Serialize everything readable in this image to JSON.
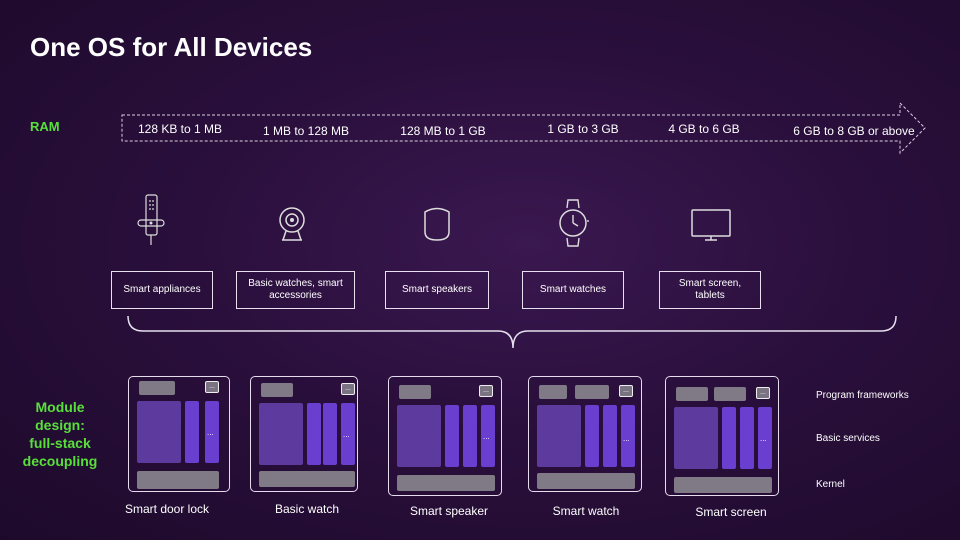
{
  "title": "One OS for All Devices",
  "ram": {
    "label": "RAM",
    "values": [
      "128 KB to 1 MB",
      "1 MB to 128 MB",
      "128 MB to 1 GB",
      "1 GB to 3 GB",
      "4 GB to 6 GB",
      "6 GB to 8 GB or above"
    ]
  },
  "module_label": [
    "Module",
    "design:",
    "full-stack",
    "decoupling"
  ],
  "categories": [
    {
      "label": "Smart appliances",
      "icon": "door-lock-icon"
    },
    {
      "label": "Basic watches, smart accessories",
      "icon": "camera-icon"
    },
    {
      "label": "Smart speakers",
      "icon": "speaker-icon"
    },
    {
      "label": "Smart watches",
      "icon": "watch-icon"
    },
    {
      "label": "Smart screen, tablets",
      "icon": "monitor-icon"
    }
  ],
  "devices": [
    "Smart door lock",
    "Basic watch",
    "Smart speaker",
    "Smart watch",
    "Smart screen"
  ],
  "layers": [
    "Program frameworks",
    "Basic services",
    "Kernel"
  ],
  "ellipsis": "...",
  "colors": {
    "accent_green": "#58e03a",
    "block_purple": "#6a3fd0",
    "block_gray": "#807a86"
  }
}
